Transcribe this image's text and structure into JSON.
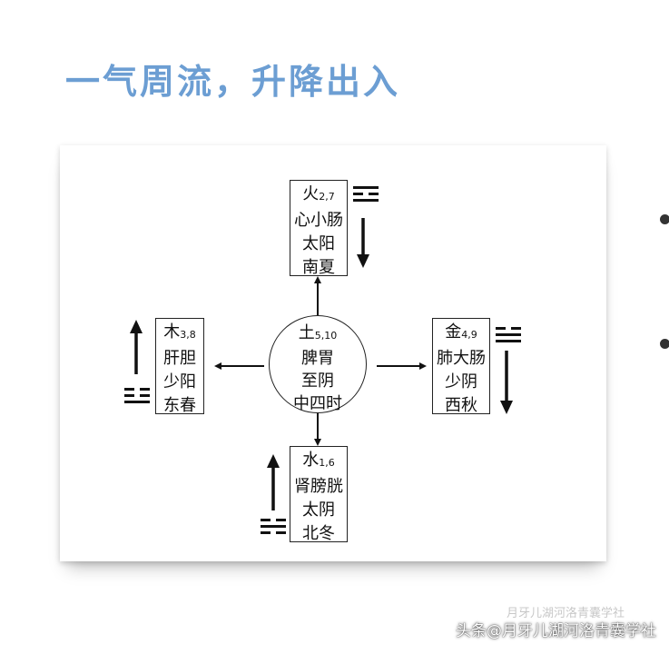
{
  "title": "一气周流，升降出入",
  "fire": {
    "name": "火",
    "numbers": "2,7",
    "organs": "心小肠",
    "channel": "太阳",
    "season": "南夏"
  },
  "wood": {
    "name": "木",
    "numbers": "3,8",
    "organs": "肝胆",
    "channel": "少阳",
    "season": "东春"
  },
  "earth": {
    "name": "土",
    "numbers": "5,10",
    "organs": "脾胃",
    "channel": "至阴",
    "season": "中四时"
  },
  "metal": {
    "name": "金",
    "numbers": "4,9",
    "organs": "肺大肠",
    "channel": "少阴",
    "season": "西秋"
  },
  "water": {
    "name": "水",
    "numbers": "1,6",
    "organs": "肾膀胱",
    "channel": "太阴",
    "season": "北冬"
  },
  "trigrams": {
    "fire": "离",
    "wood": "震",
    "metal": "兑",
    "water": "坎"
  },
  "watermark": "头条@月牙儿湖河洛青囊学社",
  "watermark_faint": "月牙儿湖河洛青囊学社"
}
